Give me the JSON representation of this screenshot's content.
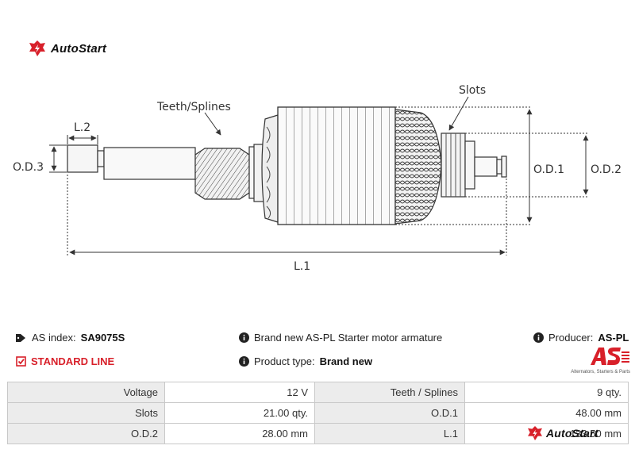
{
  "brand": {
    "logo_text": "AutoStart"
  },
  "diagram": {
    "labels": {
      "teeth": "Teeth/Splines",
      "slots": "Slots",
      "l2": "L.2",
      "od3": "O.D.3",
      "od1": "O.D.1",
      "od2": "O.D.2",
      "l1": "L.1"
    }
  },
  "info": {
    "as_index_label": "AS index:",
    "as_index_value": "SA9075S",
    "description": "Brand new AS-PL Starter motor armature",
    "producer_label": "Producer:",
    "producer_value": "AS-PL",
    "standard_line": "STANDARD LINE",
    "product_type_label": "Product type:",
    "product_type_value": "Brand new",
    "as_logo_sub": "Alternators, Starters & Parts"
  },
  "specs": [
    [
      {
        "label": "Voltage",
        "value": "12 V"
      },
      {
        "label": "Teeth / Splines",
        "value": "9 qty."
      }
    ],
    [
      {
        "label": "Slots",
        "value": "21.00 qty."
      },
      {
        "label": "O.D.1",
        "value": "48.00 mm"
      }
    ],
    [
      {
        "label": "O.D.2",
        "value": "28.00 mm"
      },
      {
        "label": "L.1",
        "value": "133.50 mm"
      }
    ]
  ],
  "colors": {
    "accent_red": "#d8202a",
    "label_bg": "#ececec"
  }
}
